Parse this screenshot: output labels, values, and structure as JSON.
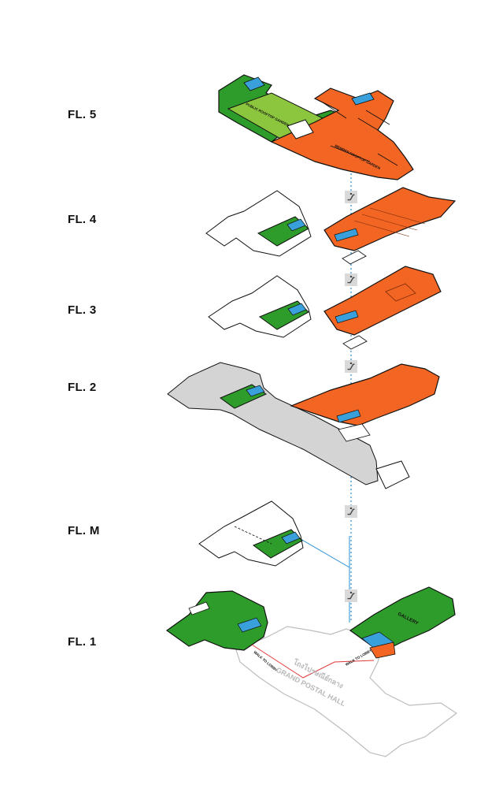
{
  "floors": {
    "fl5": "FL. 5",
    "fl4": "FL. 4",
    "fl3": "FL. 3",
    "fl2": "FL. 2",
    "flm": "FL. M",
    "fl1": "FL. 1"
  },
  "plan_text": {
    "public_rooftop": "PUBLIC ROOFTOP GARDEN",
    "member_rooftop": "MEMBER ROOFTOP GARDEN",
    "gallery": "GALLERY",
    "walk_to_lobby_1": "WALK TO LOBBY",
    "walk_to_lobby_2": "WALK TO LOBBY",
    "hall_thai": "โถงไปรษณีย์กลาง",
    "hall_en": "GRAND POSTAL HALL"
  },
  "colors": {
    "public_green": "#2e9c2a",
    "garden_lightgreen": "#8cc63e",
    "member_orange": "#f26522",
    "shared_grey": "#d4d4d4",
    "elevator_blue": "#3aa0dc",
    "connector_blue": "#2a8fd6",
    "route_red": "#e03a3a"
  },
  "icons": {
    "escalator": "escalator-icon",
    "toilet": "toilet-icon",
    "accessible": "accessible-icon"
  }
}
